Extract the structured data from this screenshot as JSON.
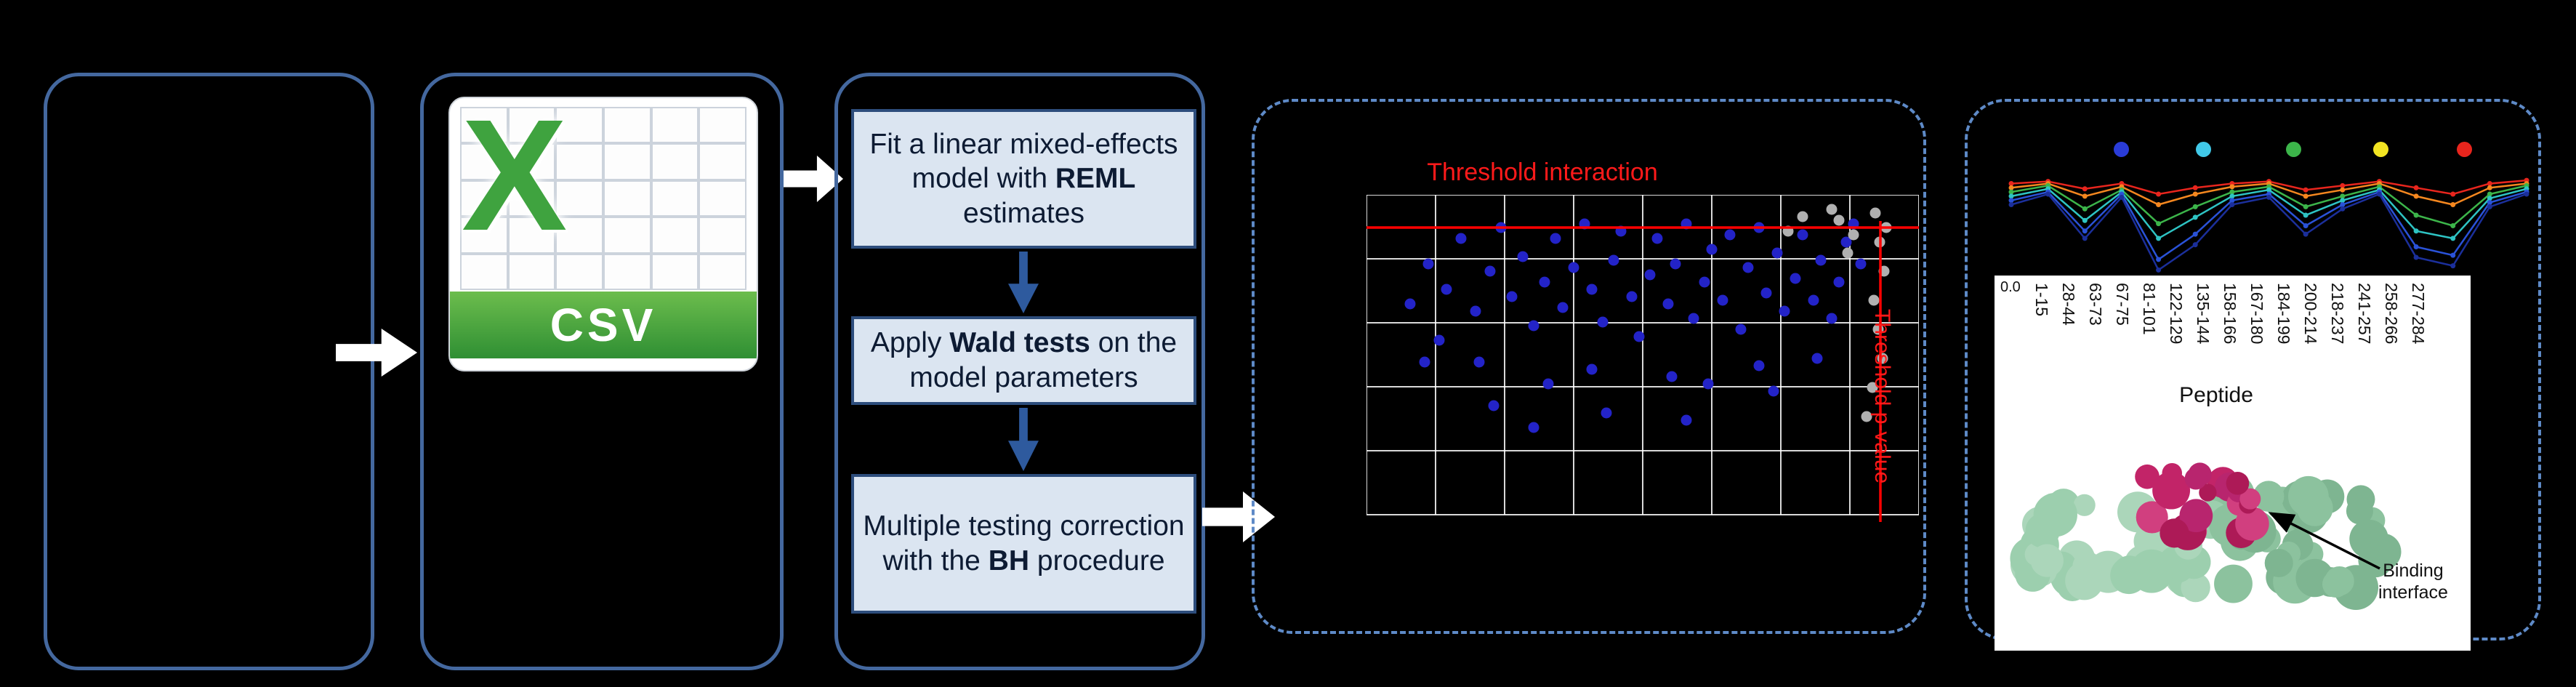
{
  "csv_icon": {
    "x_letter": "X",
    "label": "CSV"
  },
  "flowchart": {
    "box1": {
      "pre": "Fit a linear mixed-effects model with ",
      "bold": "REML",
      "post": " estimates"
    },
    "box2": {
      "pre": "Apply ",
      "bold": "Wald tests",
      "post": " on the model parameters"
    },
    "box3": {
      "line1": "Multiple testing correction",
      "pre": "with the ",
      "bold": "BH",
      "post": " procedure"
    }
  },
  "volcano": {
    "type": "scatter",
    "threshold_interaction_label": "Threshold interaction",
    "threshold_pvalue_label": "Threshold p-value",
    "blue_color": "#2323c8",
    "gray_color": "#b0b0b0",
    "threshold_color": "#ff0000",
    "red_hline_y": 45,
    "red_vline_x": 707,
    "blue_points": [
      [
        60,
        150
      ],
      [
        85,
        95
      ],
      [
        110,
        130
      ],
      [
        130,
        60
      ],
      [
        150,
        160
      ],
      [
        170,
        105
      ],
      [
        185,
        45
      ],
      [
        200,
        140
      ],
      [
        215,
        85
      ],
      [
        230,
        180
      ],
      [
        245,
        120
      ],
      [
        260,
        60
      ],
      [
        270,
        155
      ],
      [
        285,
        100
      ],
      [
        300,
        40
      ],
      [
        310,
        130
      ],
      [
        325,
        175
      ],
      [
        340,
        90
      ],
      [
        350,
        50
      ],
      [
        365,
        140
      ],
      [
        375,
        195
      ],
      [
        390,
        110
      ],
      [
        400,
        60
      ],
      [
        415,
        150
      ],
      [
        425,
        95
      ],
      [
        440,
        40
      ],
      [
        450,
        170
      ],
      [
        465,
        120
      ],
      [
        475,
        75
      ],
      [
        490,
        145
      ],
      [
        500,
        55
      ],
      [
        515,
        185
      ],
      [
        525,
        100
      ],
      [
        540,
        45
      ],
      [
        550,
        135
      ],
      [
        565,
        80
      ],
      [
        575,
        160
      ],
      [
        590,
        115
      ],
      [
        600,
        55
      ],
      [
        615,
        145
      ],
      [
        625,
        90
      ],
      [
        640,
        170
      ],
      [
        650,
        120
      ],
      [
        660,
        65
      ],
      [
        670,
        40
      ],
      [
        680,
        95
      ],
      [
        155,
        230
      ],
      [
        175,
        290
      ],
      [
        230,
        320
      ],
      [
        250,
        260
      ],
      [
        310,
        240
      ],
      [
        330,
        300
      ],
      [
        420,
        250
      ],
      [
        440,
        310
      ],
      [
        470,
        260
      ],
      [
        540,
        235
      ],
      [
        560,
        270
      ],
      [
        620,
        225
      ],
      [
        100,
        200
      ],
      [
        80,
        230
      ]
    ],
    "gray_points": [
      [
        700,
        25
      ],
      [
        706,
        65
      ],
      [
        712,
        105
      ],
      [
        698,
        145
      ],
      [
        704,
        185
      ],
      [
        710,
        225
      ],
      [
        696,
        265
      ],
      [
        650,
        35
      ],
      [
        662,
        80
      ],
      [
        640,
        20
      ],
      [
        600,
        30
      ],
      [
        580,
        50
      ],
      [
        688,
        305
      ],
      [
        715,
        45
      ],
      [
        670,
        55
      ]
    ]
  },
  "uptake_chart": {
    "type": "line",
    "categories": [
      "1-15",
      "28-44",
      "63-73",
      "67-75",
      "81-101",
      "122-129",
      "135-144",
      "158-166",
      "167-180",
      "184-199",
      "200-214",
      "218-237",
      "241-257",
      "258-266",
      "277-284"
    ],
    "legend_colors": [
      "#2a3cd8",
      "#41c9e8",
      "#3cb54a",
      "#f2e422",
      "#e8251d"
    ],
    "series": [
      {
        "name": "red",
        "color": "#e8251d",
        "values": [
          0.9,
          0.92,
          0.85,
          0.9,
          0.8,
          0.86,
          0.9,
          0.92,
          0.84,
          0.88,
          0.92,
          0.86,
          0.8,
          0.9,
          0.93
        ]
      },
      {
        "name": "orange",
        "color": "#f5871f",
        "values": [
          0.86,
          0.9,
          0.78,
          0.87,
          0.7,
          0.8,
          0.87,
          0.9,
          0.78,
          0.84,
          0.9,
          0.78,
          0.7,
          0.86,
          0.9
        ]
      },
      {
        "name": "green",
        "color": "#3cb54a",
        "values": [
          0.82,
          0.88,
          0.66,
          0.84,
          0.52,
          0.68,
          0.82,
          0.87,
          0.68,
          0.78,
          0.87,
          0.6,
          0.5,
          0.8,
          0.88
        ]
      },
      {
        "name": "teal",
        "color": "#2ec4c4",
        "values": [
          0.78,
          0.85,
          0.55,
          0.82,
          0.38,
          0.58,
          0.78,
          0.84,
          0.6,
          0.74,
          0.84,
          0.45,
          0.38,
          0.76,
          0.85
        ]
      },
      {
        "name": "blue",
        "color": "#2a52d8",
        "values": [
          0.74,
          0.82,
          0.45,
          0.8,
          0.18,
          0.42,
          0.74,
          0.8,
          0.5,
          0.7,
          0.82,
          0.3,
          0.22,
          0.72,
          0.82
        ]
      },
      {
        "name": "navy",
        "color": "#1b2f9b",
        "values": [
          0.7,
          0.8,
          0.38,
          0.77,
          0.08,
          0.32,
          0.7,
          0.77,
          0.42,
          0.66,
          0.8,
          0.2,
          0.12,
          0.68,
          0.8
        ]
      }
    ]
  },
  "peptide_axis": {
    "tick_zero": "0.0",
    "axis_title": "Peptide",
    "labels": [
      "1-15",
      "28-44",
      "63-73",
      "67-75",
      "81-101",
      "122-129",
      "135-144",
      "158-166",
      "167-180",
      "184-199",
      "200-214",
      "218-237",
      "241-257",
      "258-266",
      "277-284"
    ]
  },
  "binding": {
    "line1": "Binding",
    "line2": "interface"
  },
  "protein_colors": {
    "surface_green": "#9ccfae",
    "interface_magenta": "#c22468"
  }
}
